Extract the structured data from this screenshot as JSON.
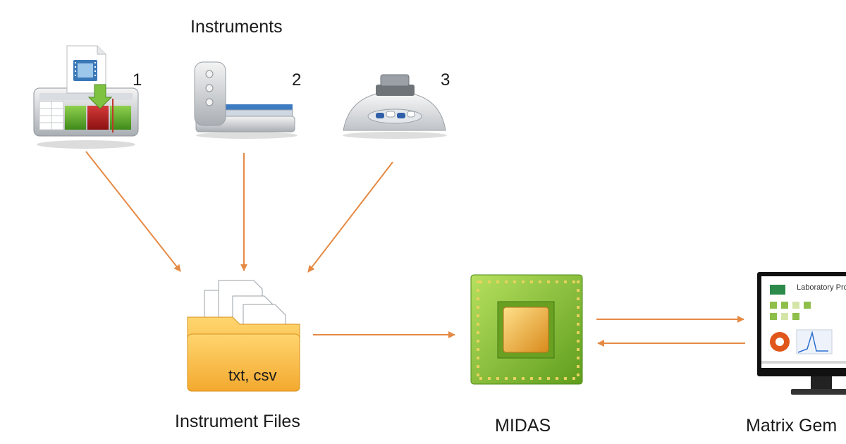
{
  "title": "Instruments",
  "instruments": [
    {
      "number": "1",
      "icon": "spreadsheet-instrument-icon"
    },
    {
      "number": "2",
      "icon": "analyzer-instrument-icon"
    },
    {
      "number": "3",
      "icon": "tray-instrument-icon"
    }
  ],
  "folder": {
    "label": "Instrument Files",
    "badge": "txt, csv"
  },
  "midas": {
    "label": "MIDAS"
  },
  "matrix": {
    "label": "Matrix Gem",
    "screen_title": "Laboratory Pro"
  },
  "colors": {
    "arrow": "#e58a44",
    "folder": "#f6b840",
    "chip_green": "#8ccd35",
    "chip_gold": "#e8a43a"
  }
}
